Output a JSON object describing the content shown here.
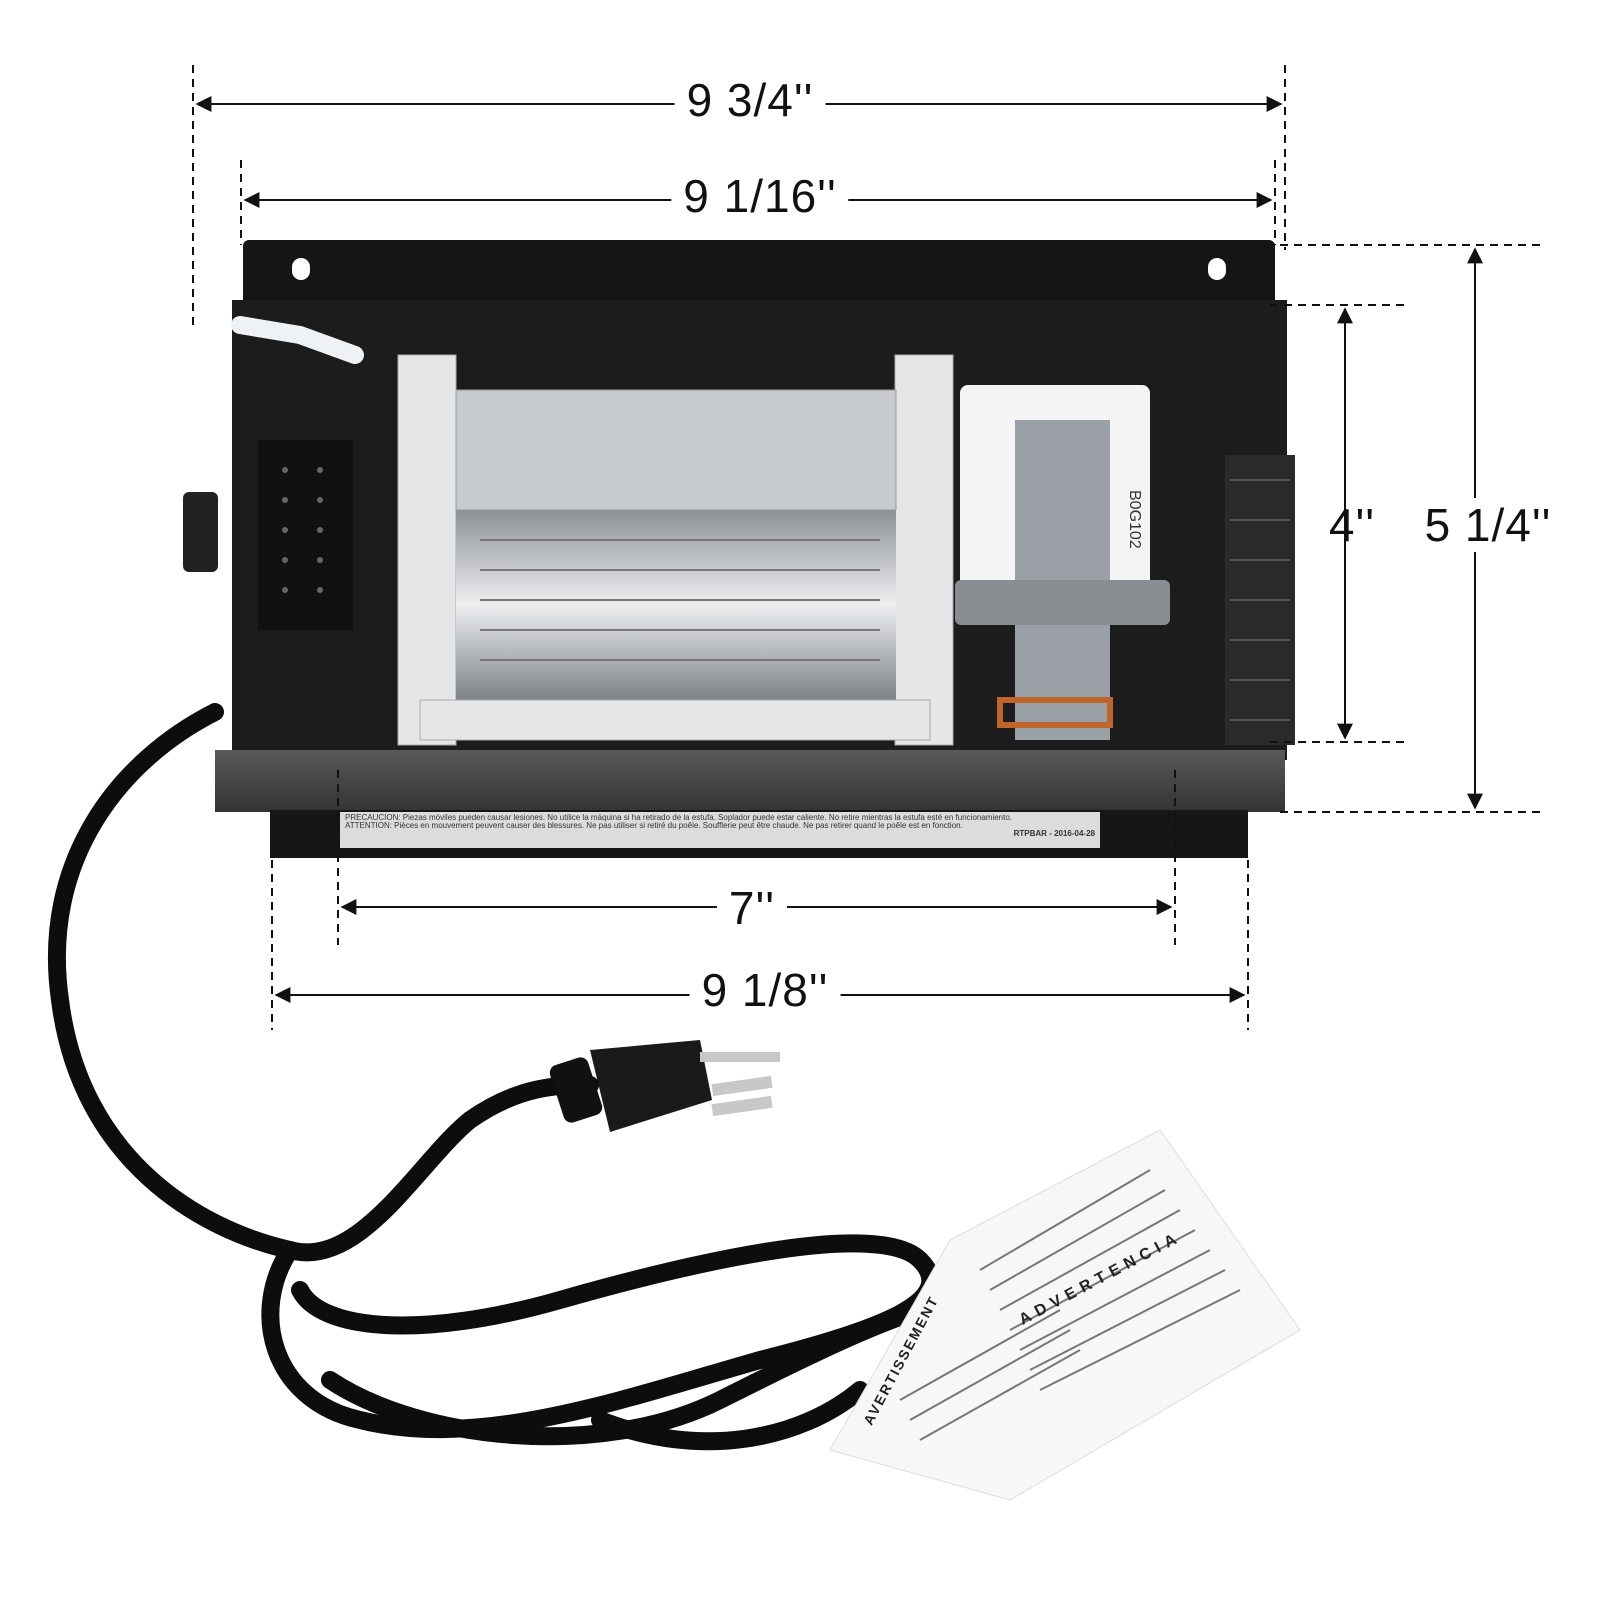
{
  "dimensions": {
    "overall_width_top": "9 3/4''",
    "back_plate_width": "9 1/16''",
    "inner_height": "4''",
    "overall_height": "5 1/4''",
    "mount_hole_spacing": "7''",
    "bottom_width": "9 1/8''"
  },
  "product_labels": {
    "motor_label": "B0G102",
    "warning_es": "PRECAUCIÓN: Piezas móviles pueden causar lesiones. No utilice la máquina si ha retirado de la estufa. Soplador puede estar caliente. No retire mientras la estufa esté en funcionamiento.",
    "warning_fr": "ATTENTION: Pièces en mouvement peuvent causer des blessures. Ne pas utiliser si retiré du poêle. Soufflerie peut être chaude. Ne pas retirer quand le poêle est en fonction.",
    "model_code": "RTPBAR - 2016-04-28",
    "tag_heading_es": "ADVERTENCIA",
    "tag_heading_fr": "AVERTISSEMENT"
  },
  "colors": {
    "housing": "#1a1a1a",
    "front_lip": "#4a4a4a",
    "fan_metal": "#c9ccd0",
    "cord": "#0d0d0d",
    "dimension_line": "#111111"
  }
}
